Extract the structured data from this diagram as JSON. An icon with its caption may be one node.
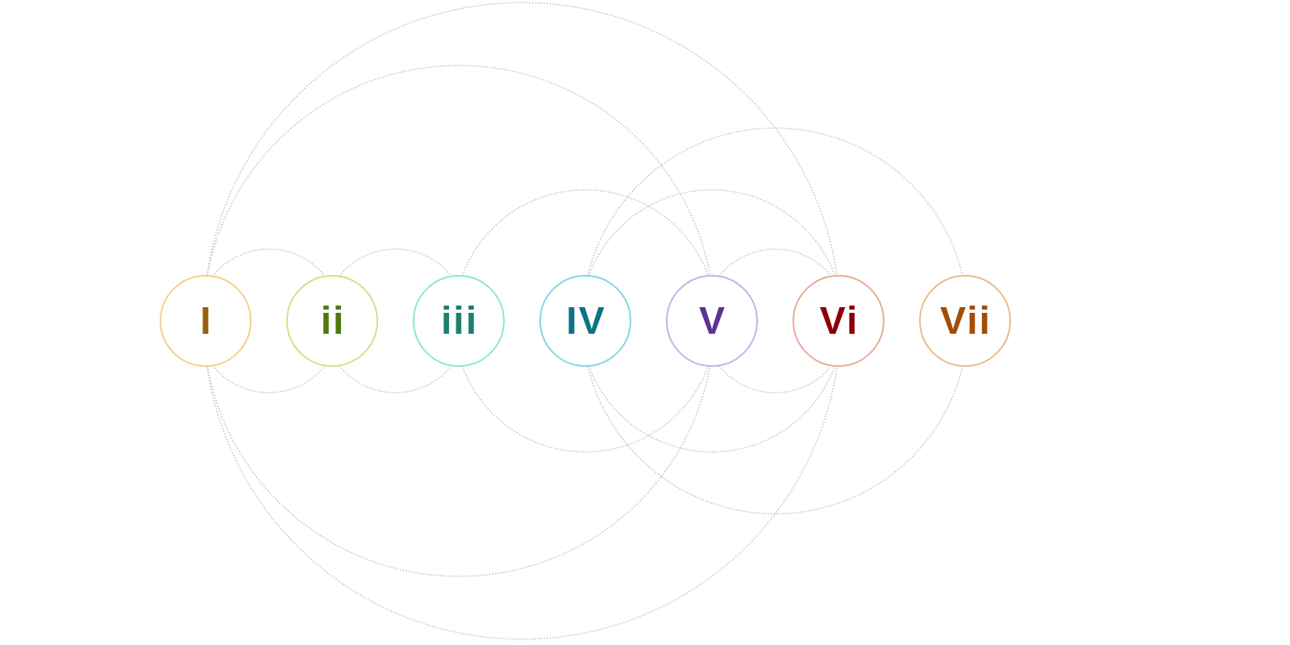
{
  "diagram": {
    "nodes": [
      {
        "text": [
          "I"
        ]
      },
      {
        "text": [
          "ii"
        ]
      },
      {
        "text": [
          "iii"
        ]
      },
      {
        "text": [
          "IV"
        ]
      },
      {
        "text": [
          "V"
        ]
      },
      {
        "text": [
          "Vi"
        ]
      },
      {
        "text": [
          "Vii"
        ]
      }
    ],
    "edges": [
      {
        "from": 0,
        "to": 1,
        "arrow": "none",
        "style": "dashed"
      },
      {
        "from": 0,
        "to": 1,
        "arrow": "none",
        "style": "dashed"
      },
      {
        "from": 1,
        "to": 2,
        "arrow": "none",
        "style": "dashed"
      },
      {
        "from": 1,
        "to": 2,
        "arrow": "none",
        "style": "dashed"
      },
      {
        "from": 2,
        "to": 4,
        "arrow": "none",
        "style": "dashed"
      },
      {
        "from": 2,
        "to": 4,
        "arrow": "none",
        "style": "dashed"
      },
      {
        "from": 3,
        "to": 5,
        "arrow": "none",
        "style": "dashed"
      },
      {
        "from": 3,
        "to": 5,
        "arrow": "none",
        "style": "dashed"
      },
      {
        "from": 3,
        "to": 6,
        "arrow": "none",
        "style": "dashed"
      },
      {
        "from": 3,
        "to": 6,
        "arrow": "none",
        "style": "dashed"
      },
      {
        "from": 4,
        "to": 5,
        "arrow": "none",
        "style": "dashed"
      },
      {
        "from": 4,
        "to": 5,
        "arrow": "none",
        "style": "dashed"
      },
      {
        "from": 0,
        "to": 4,
        "arrow": "none",
        "style": "dashed"
      },
      {
        "from": 0,
        "to": 4,
        "arrow": "none",
        "style": "dashed"
      },
      {
        "from": 0,
        "to": 5,
        "arrow": "none",
        "style": "dashed"
      },
      {
        "from": 0,
        "to": 5,
        "arrow": "none",
        "style": "dashed"
      }
    ]
  }
}
